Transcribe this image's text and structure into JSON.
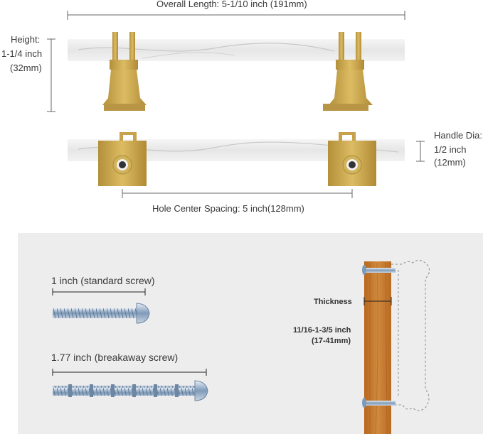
{
  "dimensions": {
    "overall_length": "Overall Length: 5-1/10 inch (191mm)",
    "height_title": "Height:",
    "height_value": "1-1/4 inch",
    "height_mm": "(32mm)",
    "handle_dia_title": "Handle Dia:",
    "handle_dia_value": "1/2 inch",
    "handle_dia_mm": "(12mm)",
    "hole_spacing": "Hole Center Spacing: 5 inch(128mm)"
  },
  "screws": {
    "standard": "1 inch (standard screw)",
    "breakaway": "1.77 inch (breakaway screw)"
  },
  "mounting": {
    "thickness_title": "Thickness",
    "thickness_range": "11/16-1-3/5 inch",
    "thickness_mm": "(17-41mm)"
  },
  "colors": {
    "marble": "#e9e9e9",
    "brass": "#c9a54a",
    "wood": "#c97a2c",
    "panel": "#ededed"
  }
}
